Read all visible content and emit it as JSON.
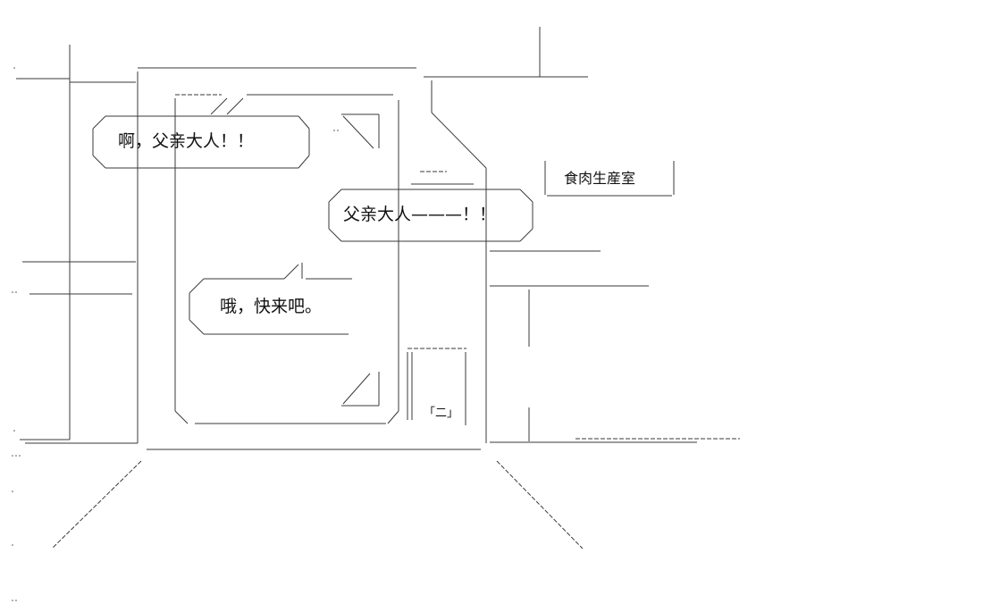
{
  "dialogue": {
    "line1": "啊，父亲大人！！",
    "line2": "父亲大人———！！",
    "line3": "哦，快来吧。"
  },
  "room_sign": "食肉生産室",
  "door_sign": "「二」"
}
